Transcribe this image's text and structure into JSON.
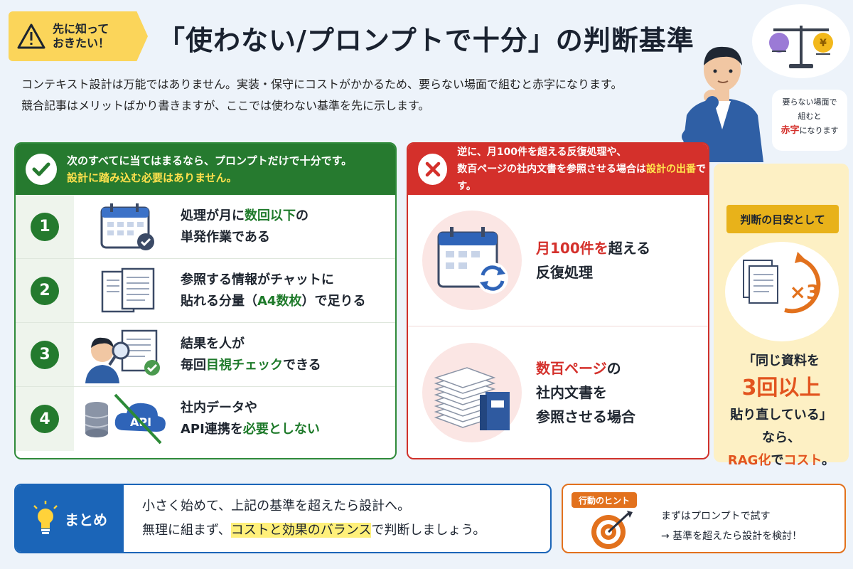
{
  "badge": {
    "line1": "先に知って",
    "line2": "おきたい！"
  },
  "title": "「使わない/プロンプトで十分」の判断基準",
  "intro": {
    "line1": "コンテキスト設計は万能ではありません。実装・保守にコストがかかるため、要らない場面で組むと赤字になります。",
    "line2": "競合記事はメリットばかり書きますが、ここでは使わない基準を先に示します。"
  },
  "bubble_note": {
    "line1": "要らない場面で",
    "line2": "組むと",
    "red": "赤字",
    "line3_rest": "になります"
  },
  "left_panel": {
    "head_line1": "次のすべてに当てはまるなら、プロンプトだけで十分です。",
    "head_line2": "設計に踏み込む必要はありません。",
    "items": [
      {
        "num": "1",
        "a": "処理が月に",
        "b": "数回以下",
        "c": "の",
        "d": "単発作業である"
      },
      {
        "num": "2",
        "a": "参照する情報がチャットに",
        "b": "貼れる分量（",
        "c": "A4数枚",
        "d": "）で足りる"
      },
      {
        "num": "3",
        "a": "結果を人が",
        "b": "毎回",
        "c": "目視チェック",
        "d": "できる"
      },
      {
        "num": "4",
        "a": "社内データや",
        "b": "API連携を",
        "c": "必要としない",
        "d": ""
      }
    ],
    "api_label": "API"
  },
  "right_panel": {
    "head_line1": "逆に、月100件を超える反復処理や、",
    "head_line2a": "数百ページの社内文書を参照させる場合は",
    "head_line2b": "設計の出番",
    "head_line2c": "です。",
    "items": [
      {
        "red": "月100件を",
        "rest": "超える",
        "line2": "反復処理",
        "line3": ""
      },
      {
        "red": "数百ページ",
        "rest": "の",
        "line2": "社内文書を",
        "line3": "参照させる場合"
      }
    ]
  },
  "side_note": {
    "tag": "判断の目安として",
    "multiplier": "×3",
    "line1": "「同じ資料を",
    "big": "3回以上",
    "line2": "貼り直している」",
    "line3": "なら、",
    "rag": "RAG化",
    "de": "で",
    "cost": "コスト",
    "end": "。"
  },
  "summary": {
    "label": "まとめ",
    "line1": "小さく始めて、上記の基準を超えたら設計へ。",
    "line2a": "無理に組まず、",
    "line2b": "コストと効果のバランス",
    "line2c": "で判断しましょう。"
  },
  "hint": {
    "tag": "行動のヒント",
    "line1": "まずはプロンプトで試す",
    "line2": "→ 基準を超えたら設計を検討！"
  },
  "colors": {
    "green": "#267a2f",
    "red": "#d4302b",
    "blue": "#1b65b8",
    "orange": "#e2711d",
    "yellow": "#fbd55a"
  }
}
